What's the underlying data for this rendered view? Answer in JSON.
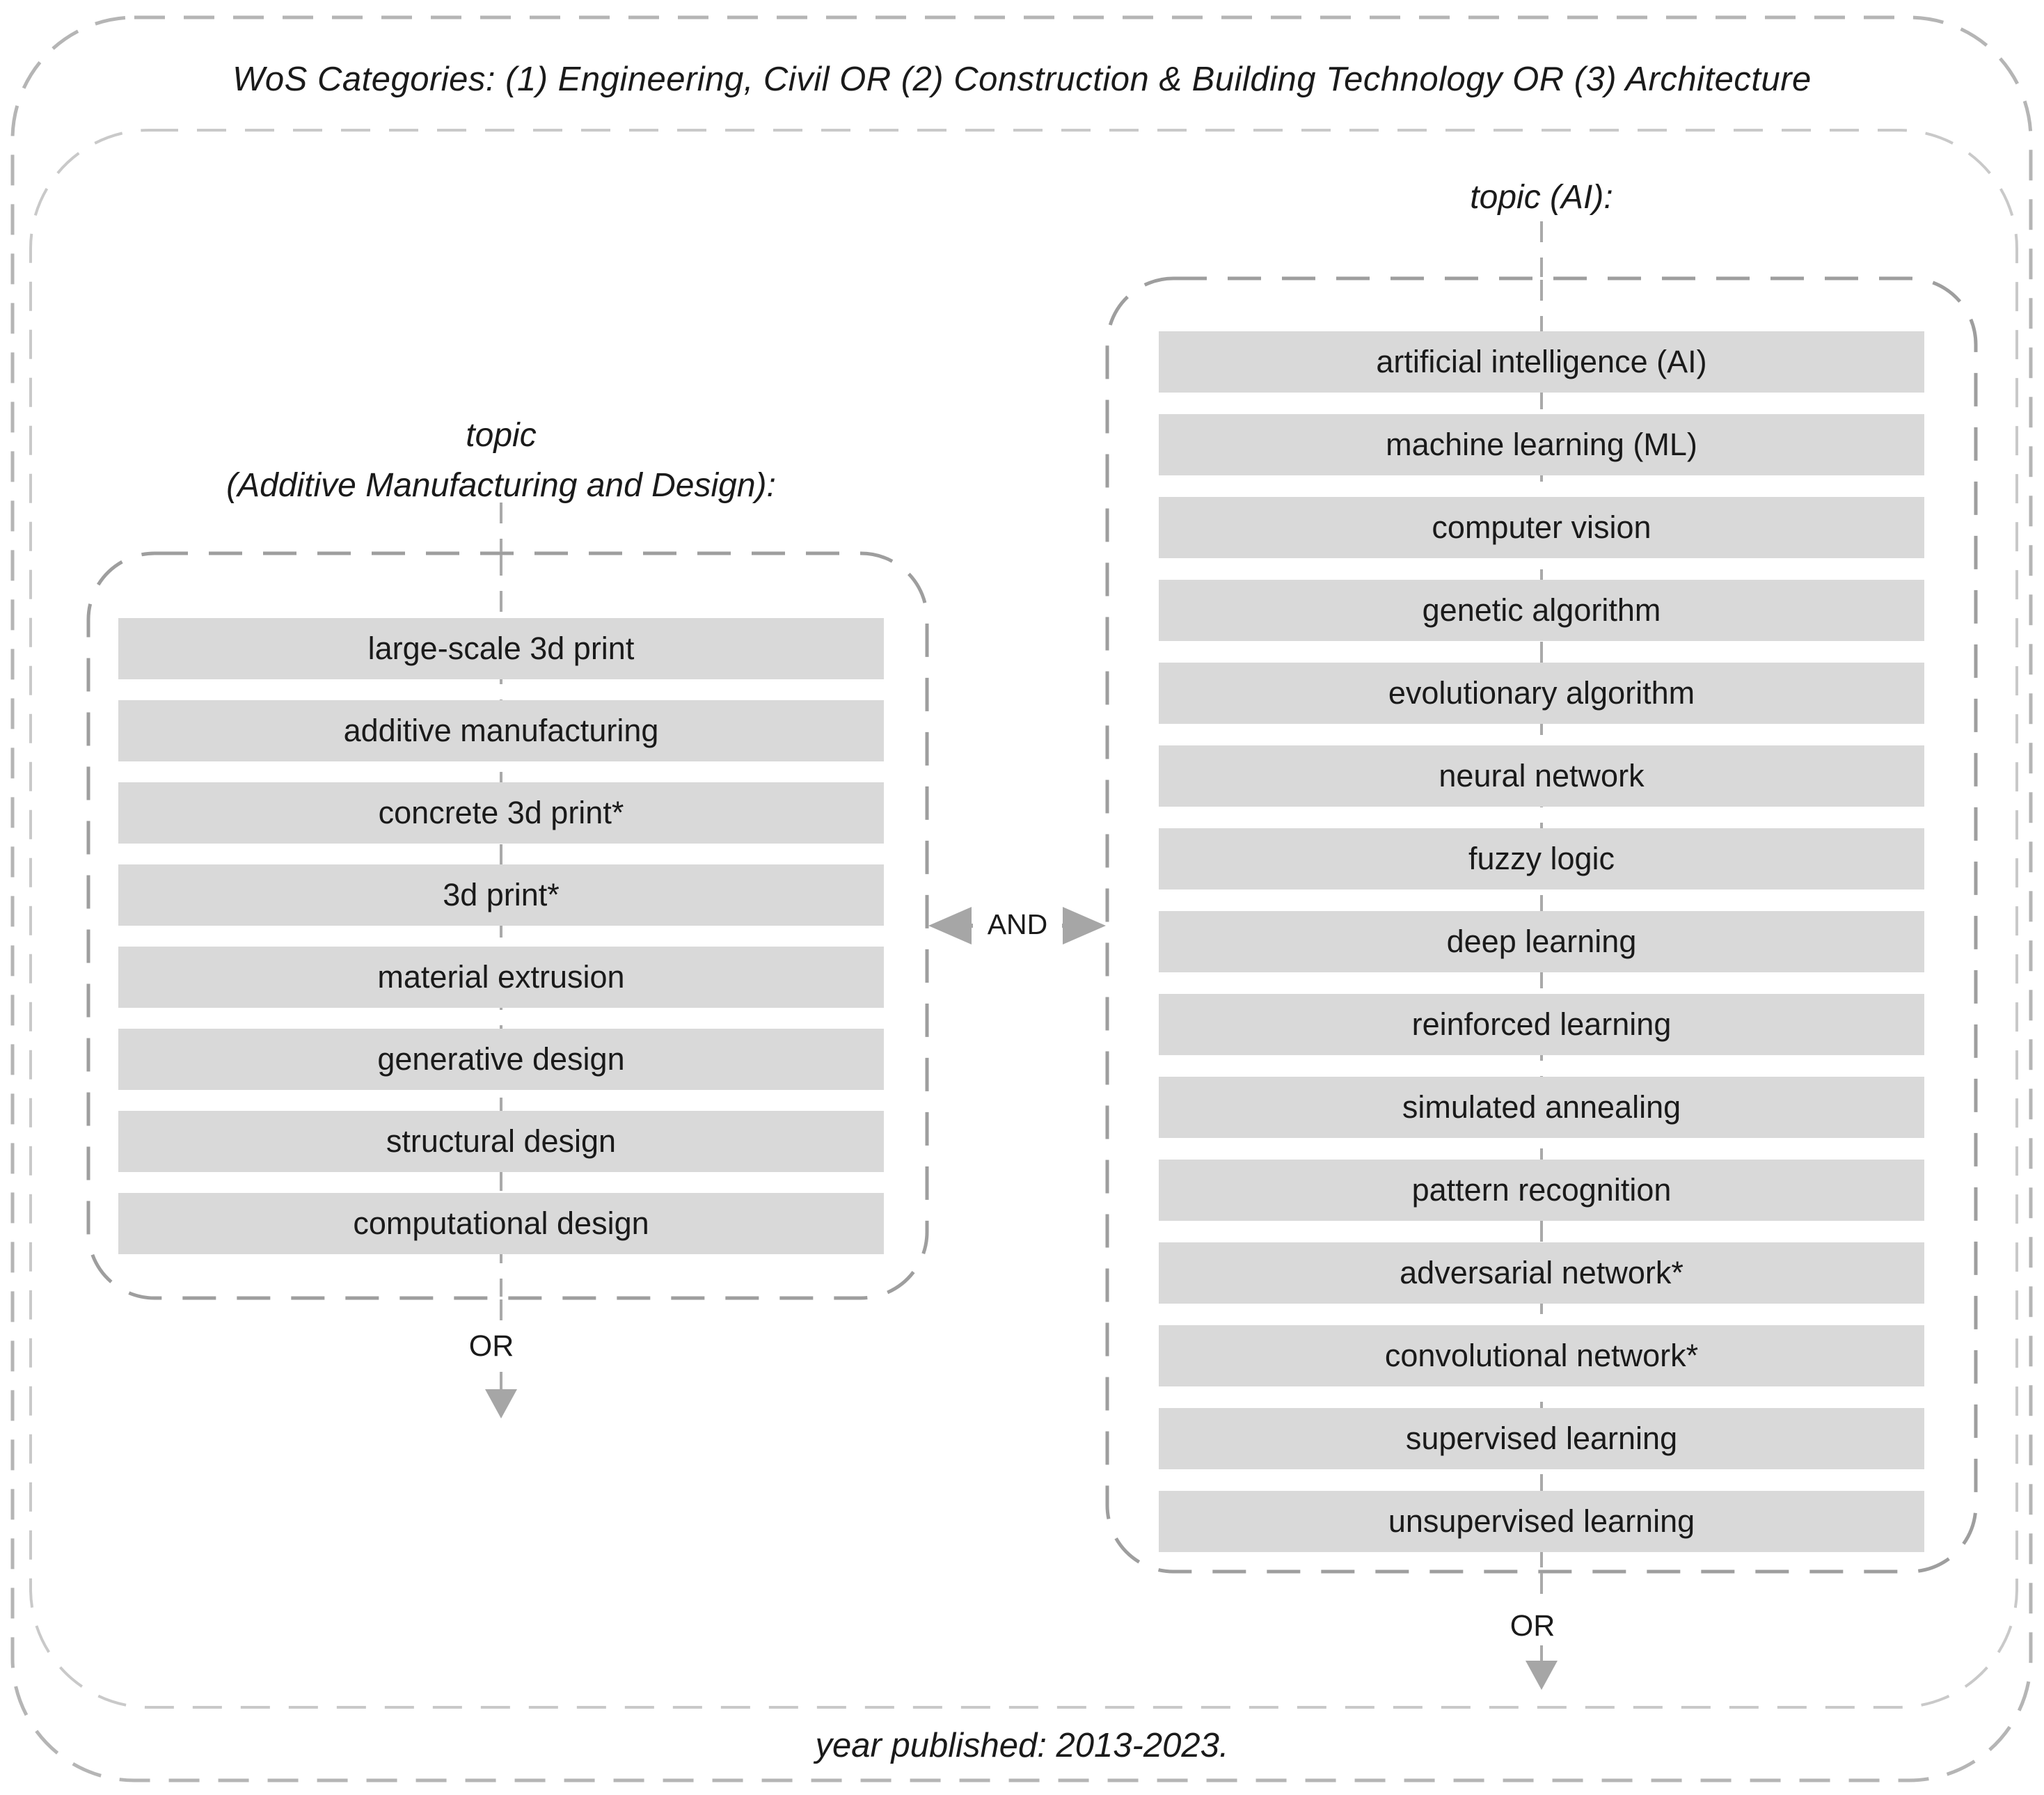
{
  "header": {
    "title": "WoS Categories: (1) Engineering, Civil OR (2) Construction & Building Technology OR (3) Architecture"
  },
  "left_box": {
    "topic_label_line1": "topic",
    "topic_label_line2": "(Additive Manufacturing and Design):",
    "terms": [
      "large-scale 3d print",
      "additive manufacturing",
      "concrete 3d print*",
      "3d print*",
      "material extrusion",
      "generative design",
      "structural design",
      "computational design"
    ],
    "or_label": "OR"
  },
  "right_box": {
    "topic_label": "topic (AI):",
    "terms": [
      "artificial intelligence (AI)",
      "machine learning (ML)",
      "computer vision",
      "genetic algorithm",
      "evolutionary algorithm",
      "neural network",
      "fuzzy logic",
      "deep learning",
      "reinforced learning",
      "simulated annealing",
      "pattern recognition",
      "adversarial network*",
      "convolutional network*",
      "supervised learning",
      "unsupervised learning"
    ],
    "or_label": "OR"
  },
  "connector": {
    "and_label": "AND"
  },
  "footer": {
    "year_text": "year published: 2013-2023."
  },
  "colors": {
    "bar_fill": "#d9d9d9",
    "outer_border": "#b5b5b5",
    "inner_border": "#c9c9c9",
    "topic_box_border": "#9e9e9e",
    "connector_line": "#a9a9a9",
    "arrow_fill": "#a6a6a6",
    "text": "#1a1a1a"
  }
}
